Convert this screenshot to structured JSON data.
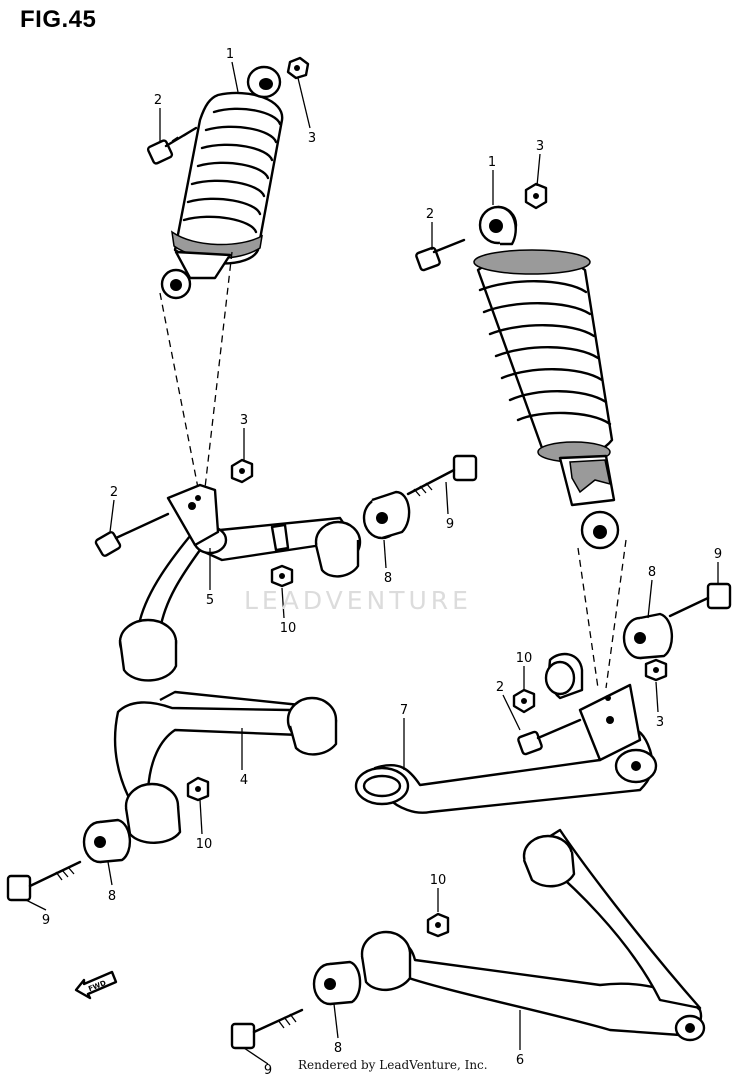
{
  "figure": {
    "title": "FIG.45"
  },
  "watermark": "LEADVENTURE",
  "footer": "Rendered by LeadVenture, Inc.",
  "fwd_arrow": "FWD",
  "callouts": [
    {
      "id": "c1",
      "number": "1"
    },
    {
      "id": "c2",
      "number": "2"
    },
    {
      "id": "c3",
      "number": "3"
    },
    {
      "id": "c4",
      "number": "1"
    },
    {
      "id": "c5",
      "number": "3"
    },
    {
      "id": "c6",
      "number": "2"
    },
    {
      "id": "c7",
      "number": "3"
    },
    {
      "id": "c8",
      "number": "2"
    },
    {
      "id": "c9",
      "number": "5"
    },
    {
      "id": "c10",
      "number": "10"
    },
    {
      "id": "c11",
      "number": "9"
    },
    {
      "id": "c12",
      "number": "8"
    },
    {
      "id": "c13",
      "number": "9"
    },
    {
      "id": "c14",
      "number": "8"
    },
    {
      "id": "c15",
      "number": "10"
    },
    {
      "id": "c16",
      "number": "2"
    },
    {
      "id": "c17",
      "number": "3"
    },
    {
      "id": "c18",
      "number": "7"
    },
    {
      "id": "c19",
      "number": "4"
    },
    {
      "id": "c20",
      "number": "10"
    },
    {
      "id": "c21",
      "number": "8"
    },
    {
      "id": "c22",
      "number": "9"
    },
    {
      "id": "c23",
      "number": "10"
    },
    {
      "id": "c24",
      "number": "8"
    },
    {
      "id": "c25",
      "number": "9"
    },
    {
      "id": "c26",
      "number": "6"
    }
  ]
}
